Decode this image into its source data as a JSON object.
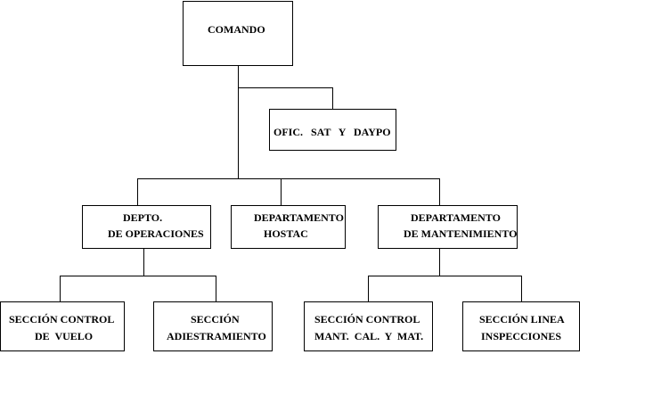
{
  "org_chart": {
    "comando": "COMANDO",
    "ofic": "OFIC.   SAT   Y   DAYPO",
    "depto_operaciones": {
      "line1": "DEPTO.",
      "line2": "DE OPERACIONES"
    },
    "depto_hostac": {
      "line1": "DEPARTAMENTO",
      "line2": "HOSTAC"
    },
    "depto_mantenimiento": {
      "line1": "DEPARTAMENTO",
      "line2": "DE MANTENIMIENTO"
    },
    "seccion_control_vuelo": {
      "line1": "SECCIÓN CONTROL",
      "line2": "DE  VUELO"
    },
    "seccion_adiestramiento": {
      "line1": "SECCIÓN",
      "line2": "ADIESTRAMIENTO"
    },
    "seccion_control_mant": {
      "line1": "SECCIÓN CONTROL",
      "line2": "MANT.  CAL.  Y  MAT."
    },
    "seccion_linea": {
      "line1": "SECCIÓN LINEA",
      "line2": "INSPECCIONES"
    }
  }
}
